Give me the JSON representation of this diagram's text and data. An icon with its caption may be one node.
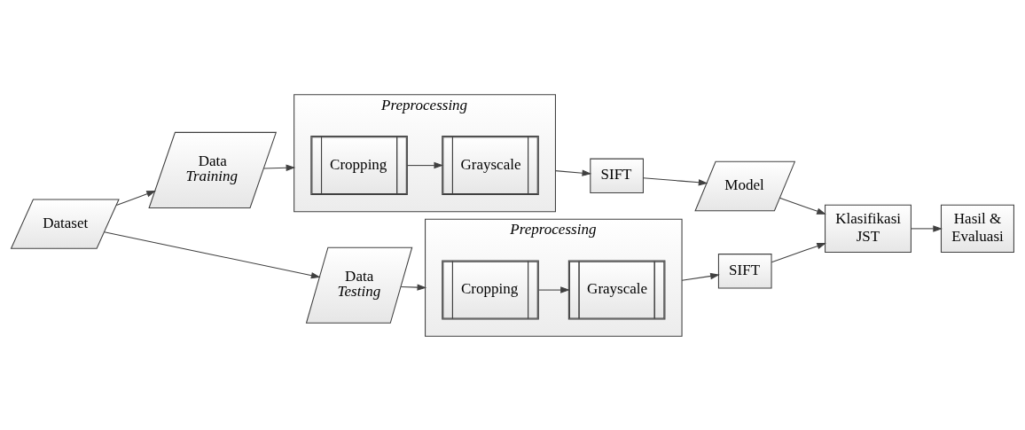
{
  "diagram": {
    "nodes": [
      {
        "text": [
          "Dataset"
        ]
      },
      {
        "text": [
          "Data *Training*"
        ]
      },
      {
        "text": [
          "Preprocessing"
        ]
      },
      {
        "text": [
          "Cropping"
        ],
        "in": 2
      },
      {
        "text": [
          "Grayscale"
        ],
        "in": 2
      },
      {
        "text": [
          "SIFT"
        ]
      },
      {
        "text": [
          "Model"
        ]
      },
      {
        "text": [
          "Data *Testing*"
        ]
      },
      {
        "text": [
          "Preprocessing"
        ]
      },
      {
        "text": [
          "Cropping"
        ],
        "in": 8
      },
      {
        "text": [
          "Grayscale"
        ],
        "in": 8
      },
      {
        "text": [
          "SIFT"
        ]
      },
      {
        "text": [
          "Klasifikasi JST"
        ]
      },
      {
        "text": [
          "Hasil & Evaluasi"
        ]
      }
    ],
    "edges": [
      {
        "from": 0,
        "to": 1,
        "arrow": "to"
      },
      {
        "from": 0,
        "to": 7,
        "arrow": "to"
      },
      {
        "from": 1,
        "to": 2,
        "arrow": "to"
      },
      {
        "from": 3,
        "to": 4,
        "arrow": "to"
      },
      {
        "from": 2,
        "to": 5,
        "arrow": "to"
      },
      {
        "from": 5,
        "to": 6,
        "arrow": "to"
      },
      {
        "from": 6,
        "to": 12,
        "arrow": "to"
      },
      {
        "from": 7,
        "to": 8,
        "arrow": "to"
      },
      {
        "from": 9,
        "to": 10,
        "arrow": "to"
      },
      {
        "from": 8,
        "to": 11,
        "arrow": "to"
      },
      {
        "from": 11,
        "to": 12,
        "arrow": "to"
      },
      {
        "from": 12,
        "to": 13,
        "arrow": "to"
      }
    ]
  }
}
